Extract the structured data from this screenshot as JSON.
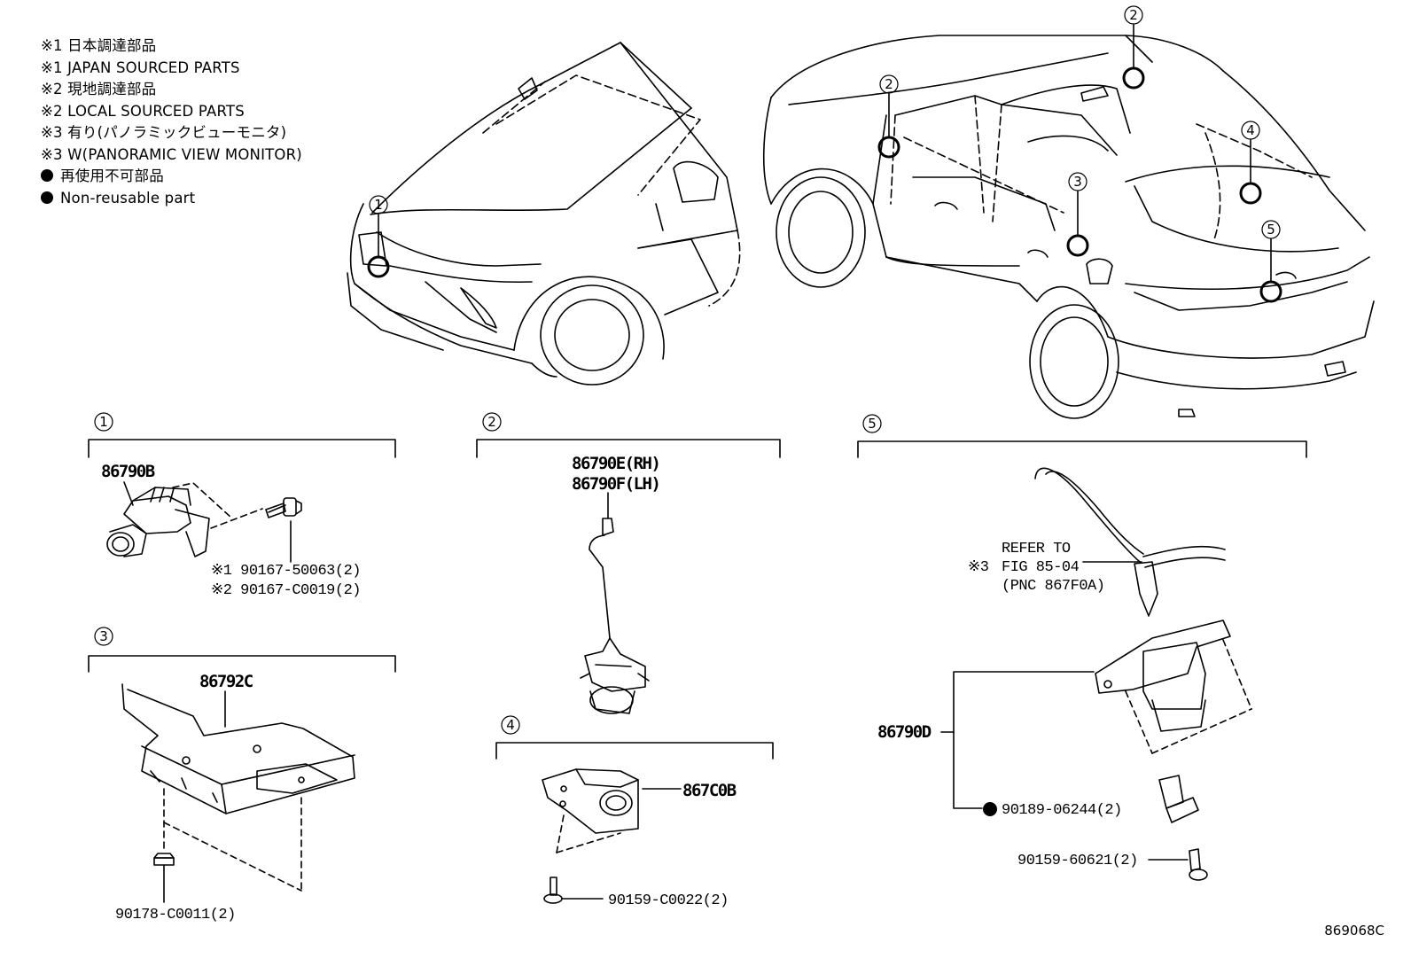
{
  "legend": {
    "line1": "※1 日本調達部品",
    "line2": "※1 JAPAN SOURCED PARTS",
    "line3": "※2 現地調達部品",
    "line4": "※2 LOCAL SOURCED PARTS",
    "line5": "※3 有り(パノラミックビューモニタ)",
    "line6": "※3 W(PANORAMIC VIEW MONITOR)",
    "line7": "再使用不可部品",
    "line8": "Non-reusable part"
  },
  "callouts": {
    "front_1": "1",
    "rear_2a": "2",
    "rear_2b": "2",
    "rear_3": "3",
    "rear_4": "4",
    "rear_5": "5"
  },
  "groups": {
    "g1": {
      "number": "1",
      "part_main": "86790B",
      "screw_jp": "※1 90167-50063(2)",
      "screw_local": "※2 90167-C0019(2)"
    },
    "g2": {
      "number": "2",
      "part_rh": "86790E(RH)",
      "part_lh": "86790F(LH)"
    },
    "g3": {
      "number": "3",
      "part_main": "86792C",
      "clip": "90178-C0011(2)"
    },
    "g4": {
      "number": "4",
      "part_main": "867C0B",
      "screw": "90159-C0022(2)"
    },
    "g5": {
      "number": "5",
      "refer_1": "REFER TO",
      "refer_mark": "※3",
      "refer_2": "FIG 85-04",
      "refer_3": "(PNC 867F0A)",
      "part_main": "86790D",
      "nut": "90189-06244(2)",
      "screw": "90159-60621(2)"
    }
  },
  "figure_id": "869068C"
}
